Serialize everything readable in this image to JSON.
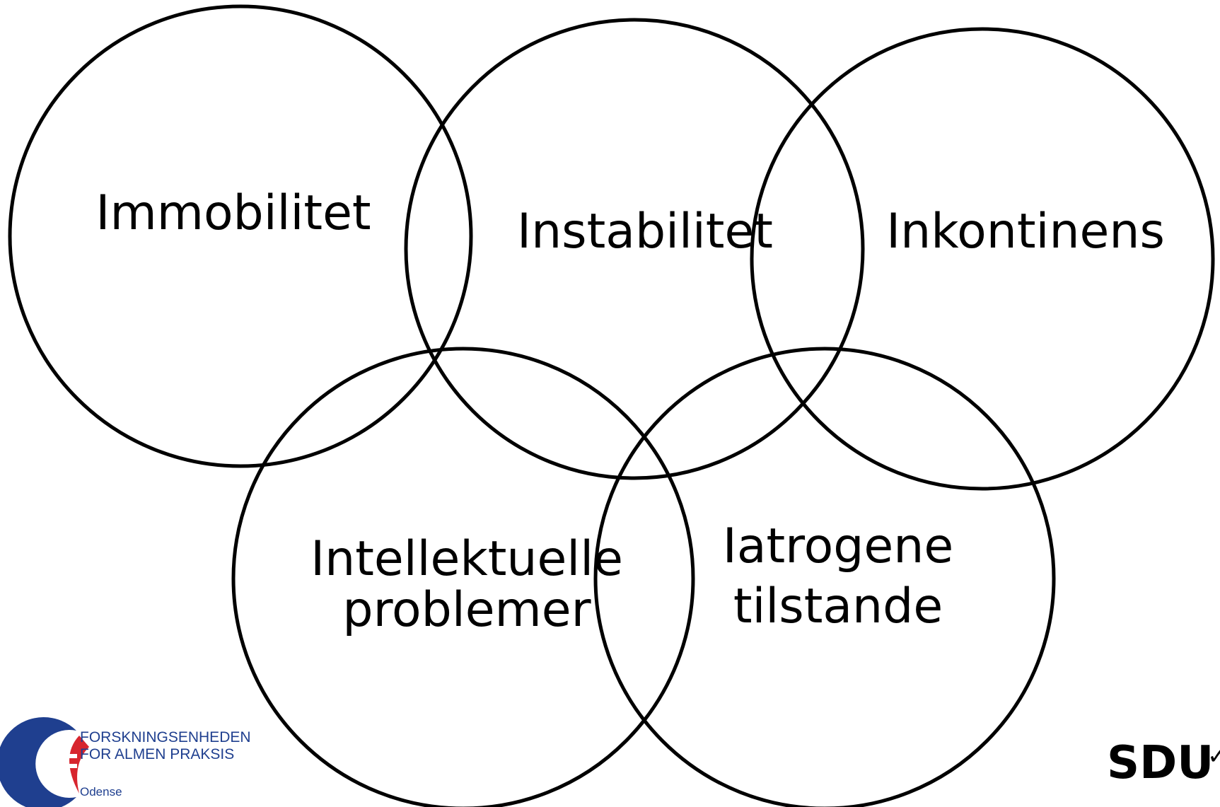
{
  "diagram": {
    "labels": {
      "immobilitet": "Immobilitet",
      "instabilitet": "Instabilitet",
      "inkontinens": "Inkontinens",
      "intellektuelle_line1": "Intellektuelle",
      "intellektuelle_line2": "problemer",
      "iatrogene_line1": "Iatrogene",
      "iatrogene_line2": "tilstande"
    }
  },
  "logo_left": {
    "line1": "FORSKNINGSENHEDEN",
    "line2": "FOR ALMEN PRAKSIS",
    "line3": "Odense",
    "colors": {
      "blue": "#1f3f8f",
      "red": "#d7252e"
    }
  },
  "logo_right": {
    "text": "SDU"
  }
}
